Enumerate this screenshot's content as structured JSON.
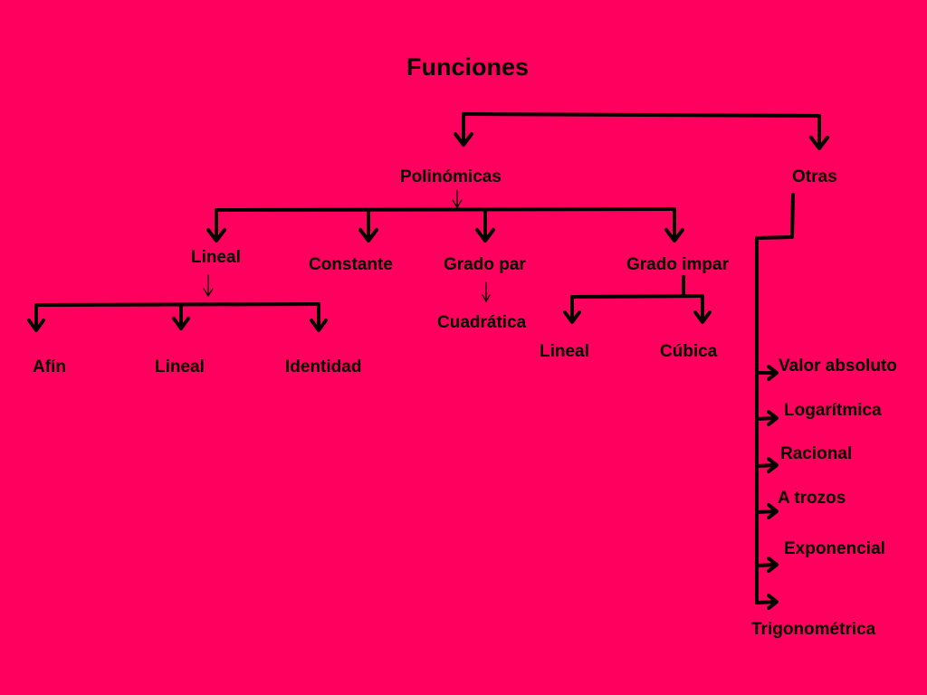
{
  "theme": {
    "background": "#ff005e",
    "line_color": "#000000"
  },
  "diagram": {
    "title": "Funciones",
    "polinomicas": {
      "label": "Polinómicas",
      "lineal": {
        "label": "Lineal",
        "children": [
          "Afín",
          "Lineal",
          "Identidad"
        ]
      },
      "constante": "Constante",
      "grado_par": {
        "label": "Grado par",
        "children": [
          "Cuadrática"
        ]
      },
      "grado_impar": {
        "label": "Grado impar",
        "children": [
          "Lineal",
          "Cúbica"
        ]
      }
    },
    "otras": {
      "label": "Otras",
      "children": [
        "Valor absoluto",
        "Logarítmica",
        "Racional",
        "A trozos",
        "Exponencial",
        "Trigonométrica"
      ]
    }
  }
}
